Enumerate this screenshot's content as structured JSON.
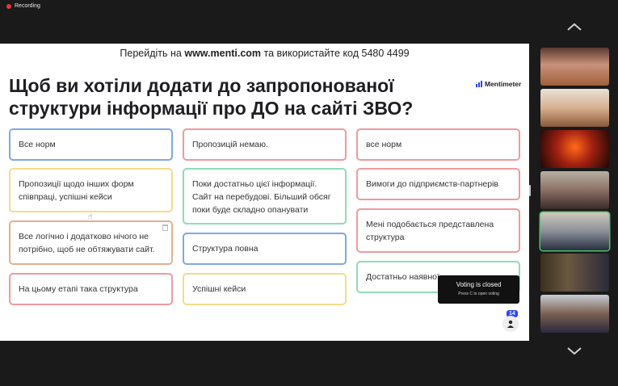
{
  "recording": {
    "label": "Recording"
  },
  "slide": {
    "instruction_prefix": "Перейдіть на",
    "instruction_url": "www.menti.com",
    "instruction_middle": "та використайте код",
    "instruction_code": "5480 4499",
    "question": "Щоб ви хотіли додати до запропонованої структури інформації про ДО на сайті ЗВО?",
    "brand": "Mentimeter",
    "responses": [
      "Все норм",
      "Пропозицій немаю.",
      "все норм",
      "Пропозиції щодо інших форм співпраці, успішні кейси",
      "Поки достатньо цієї інформації. Сайт на перебудові. Більший обсяг поки буде складно опанувати",
      "Вимоги до підприємств-партнерів",
      "Все логічно і додатково нічого не потрібно, щоб не обтяжувати сайт.",
      "Структура повна",
      "Мені подобається представлена структура",
      "На цьому етапі така структура",
      "Успішні кейси",
      "Достатньо наявної"
    ],
    "toast": {
      "title": "Voting is closed",
      "hint": "Press C to open voting"
    },
    "participants_count": "14"
  },
  "colors": {
    "border_blue": "#7ea8e6",
    "border_red": "#ef9a9f",
    "border_yellow": "#f3dc8a",
    "border_green": "#8fdcb8",
    "border_orange": "#e4b08d",
    "brand_blue": "#2b44ff"
  }
}
